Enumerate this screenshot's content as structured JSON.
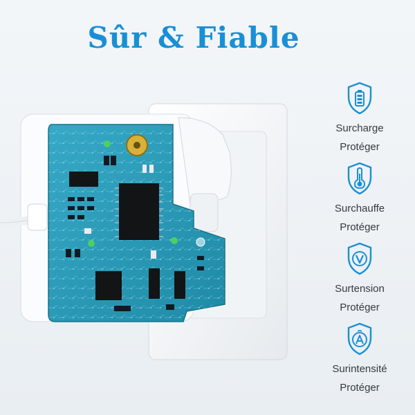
{
  "headline": "Sûr & Fiable",
  "colors": {
    "accent": "#1a8fd6",
    "pcb": "#2b9ab8",
    "text": "#333a40"
  },
  "features": [
    {
      "icon": "battery-shield-icon",
      "title": "Surcharge",
      "subtitle": "Protéger"
    },
    {
      "icon": "thermometer-shield-icon",
      "title": "Surchauffe",
      "subtitle": "Protéger"
    },
    {
      "icon": "voltage-shield-icon",
      "title": "Surtension",
      "subtitle": "Protéger"
    },
    {
      "icon": "current-shield-icon",
      "title": "Surintensité",
      "subtitle": "Protéger"
    }
  ]
}
